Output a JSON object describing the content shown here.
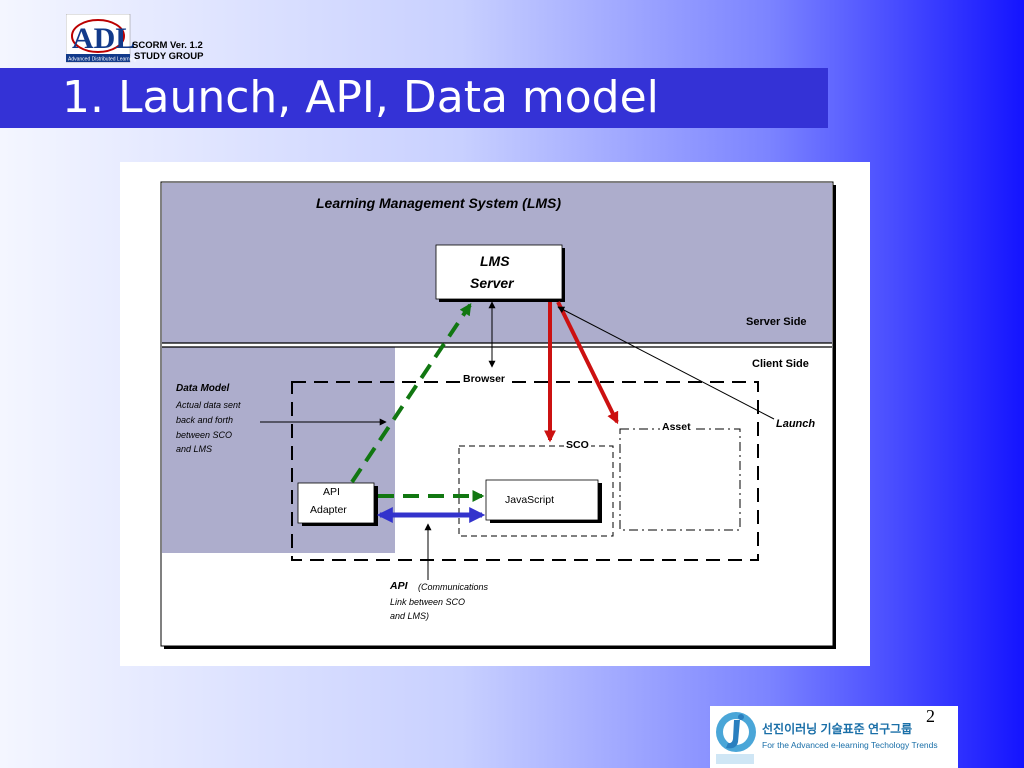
{
  "header": {
    "logo_text": "ADL",
    "logo_tagline": "Advanced Distributed Learning",
    "group_line1": "SCORM Ver. 1.2",
    "group_line2": "STUDY GROUP",
    "title": "1. Launch, API, Data model"
  },
  "diagram": {
    "lms_title": "Learning Management System (LMS)",
    "lms_server_line1": "LMS",
    "lms_server_line2": "Server",
    "server_side": "Server Side",
    "client_side": "Client Side",
    "browser": "Browser",
    "asset": "Asset",
    "sco": "SCO",
    "launch": "Launch",
    "javascript": "JavaScript",
    "api_adapter_line1": "API",
    "api_adapter_line2": "Adapter",
    "data_model_title": "Data Model",
    "data_model_desc": [
      "Actual data sent",
      "back and forth",
      "between SCO",
      "and LMS"
    ],
    "api_label": "API",
    "api_desc": [
      "(Communications",
      "Link between SCO",
      "and LMS)"
    ]
  },
  "footer": {
    "page_number": "2",
    "logo_korean": "선진이러닝 기술표준 연구그룹",
    "logo_english": "For the Advanced e-learning Techology Trends"
  },
  "colors": {
    "title_bar": "#3432d6",
    "server_side_fill": "#adadcc",
    "launch_arrow": "#cc1111",
    "api_arrow": "#3333cc",
    "data_arrow": "#117711"
  }
}
